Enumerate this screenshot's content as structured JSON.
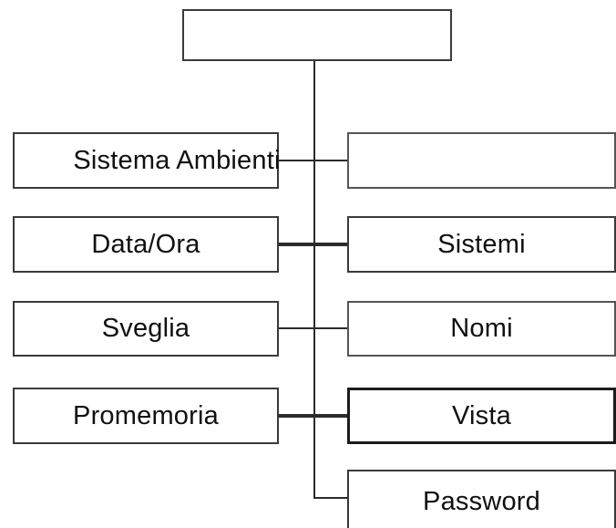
{
  "diagram": {
    "type": "tree-hierarchy",
    "orientation": "vertical-spine",
    "root": {
      "label": "",
      "name": "root-node"
    },
    "rows": [
      {
        "left": {
          "label": "Sistema Ambienti",
          "emphasis": "normal",
          "overflow": true
        },
        "right": {
          "label": "",
          "emphasis": "thin"
        },
        "connector": "thin"
      },
      {
        "left": {
          "label": "Data/Ora",
          "emphasis": "normal"
        },
        "right": {
          "label": "Sistemi",
          "emphasis": "normal"
        },
        "connector": "thick"
      },
      {
        "left": {
          "label": "Sveglia",
          "emphasis": "normal"
        },
        "right": {
          "label": "Nomi",
          "emphasis": "thin"
        },
        "connector": "thin"
      },
      {
        "left": {
          "label": "Promemoria",
          "emphasis": "normal"
        },
        "right": {
          "label": "Vista",
          "emphasis": "bold"
        },
        "connector": "thick"
      },
      {
        "left": null,
        "right": {
          "label": "Password",
          "emphasis": "normal"
        },
        "connector": "elbow"
      }
    ]
  },
  "colors": {
    "background": "#ffffff",
    "box_border": "#3a3a3a",
    "box_border_bold": "#1c1c1c",
    "box_border_thin": "#555555",
    "connector": "#2b2b2b",
    "text": "#101010"
  }
}
